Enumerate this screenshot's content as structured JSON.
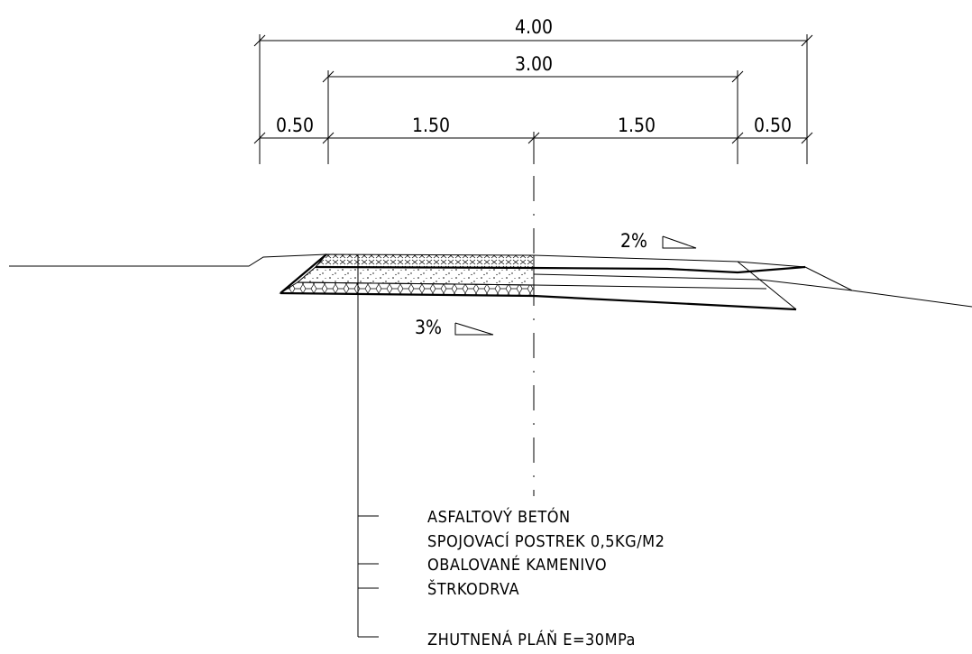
{
  "dimensions": {
    "top_total": "4.00",
    "middle_total": "3.00",
    "left_shoulder": "0.50",
    "left_half": "1.50",
    "right_half": "1.50",
    "right_shoulder": "0.50"
  },
  "slopes": {
    "surface": "2%",
    "subgrade": "3%"
  },
  "layers": [
    "ASFALTOVÝ BETÓN",
    "SPOJOVACÍ POSTREK 0,5KG/M2",
    "OBALOVANÉ KAMENIVO",
    "ŠTRKODRVA",
    "ZHUTNENÁ PLÁŇ E=30MPa"
  ]
}
